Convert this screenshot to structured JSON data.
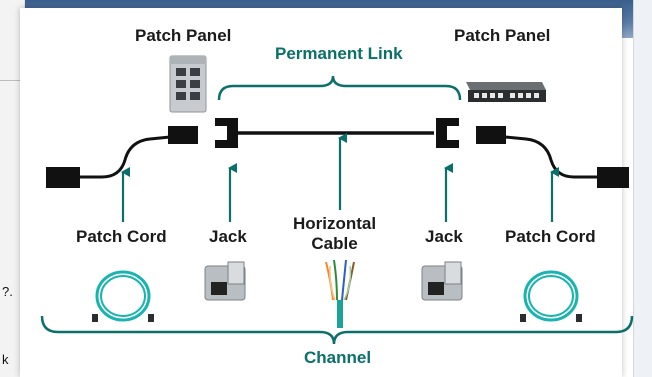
{
  "labels": {
    "patch_panel_left": "Patch Panel",
    "patch_panel_right": "Patch Panel",
    "permanent_link": "Permanent Link",
    "patch_cord_left": "Patch Cord",
    "jack_left": "Jack",
    "horizontal_cable": "Horizontal\nCable",
    "jack_right": "Jack",
    "patch_cord_right": "Patch Cord",
    "channel": "Channel"
  },
  "background": {
    "left_fragments": [
      "?.",
      "k"
    ]
  },
  "colors": {
    "teal": "#0b6f6a",
    "cable": "#111111",
    "text": "#1b1b1b"
  },
  "icons": [
    "patch-panel-module",
    "rack-patch-panel",
    "keystone-jack",
    "cable-pairs",
    "coiled-patch-cord"
  ]
}
